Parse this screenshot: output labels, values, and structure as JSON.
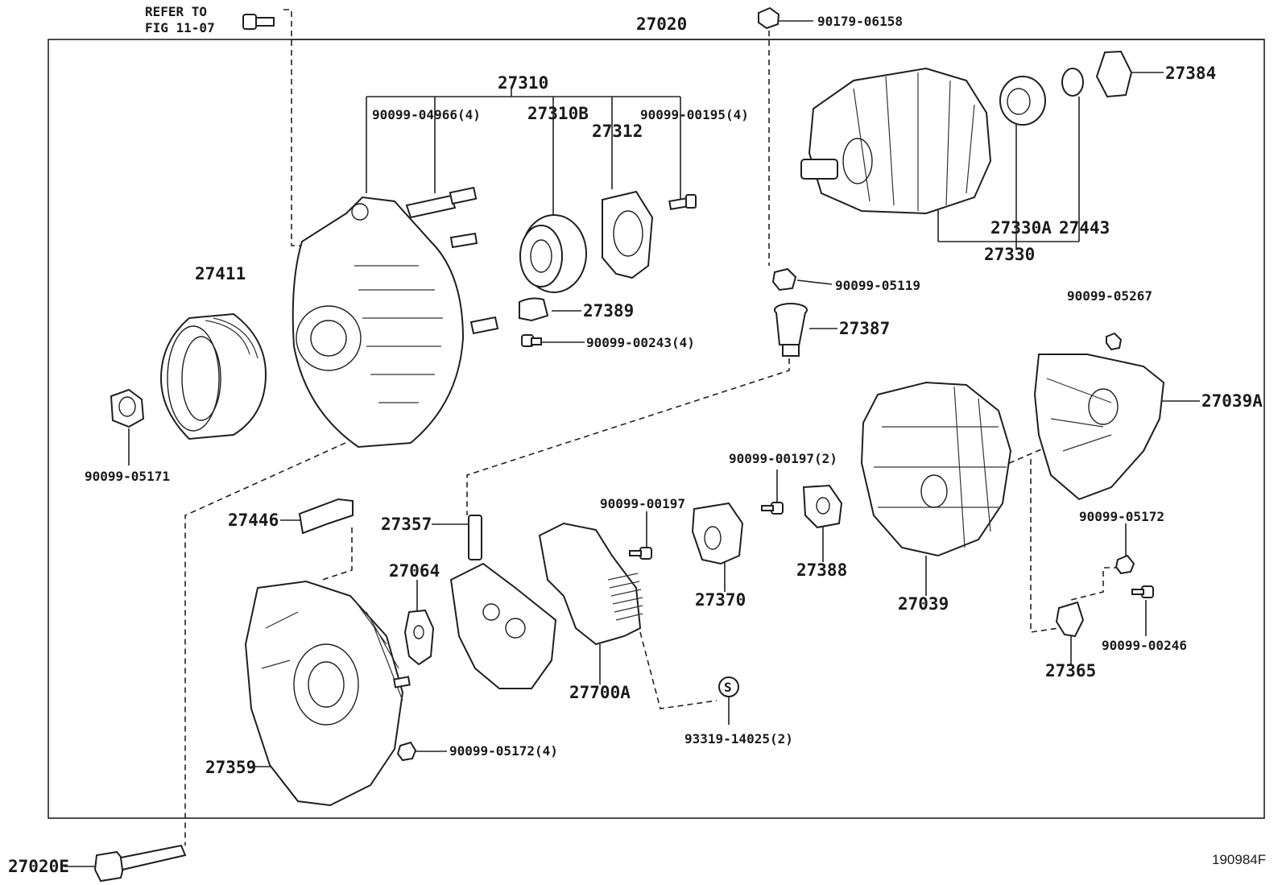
{
  "note": {
    "line1": "REFER TO",
    "line2": "FIG 11-07"
  },
  "figure_id": "190984F",
  "labels": {
    "l27020": "27020",
    "l90179_06158": "90179-06158",
    "l27310": "27310",
    "l90099_04966": "90099-04966(4)",
    "l27310B": "27310B",
    "l27312": "27312",
    "l90099_00195": "90099-00195(4)",
    "l27384": "27384",
    "l27330A": "27330A",
    "l27443": "27443",
    "l27330": "27330",
    "l27411": "27411",
    "l27389": "27389",
    "l90099_00243": "90099-00243(4)",
    "l90099_05119": "90099-05119",
    "l27387": "27387",
    "l90099_05267": "90099-05267",
    "l27039A": "27039A",
    "l90099_05171": "90099-05171",
    "l90099_00197_2": "90099-00197(2)",
    "l27446": "27446",
    "l27357": "27357",
    "l90099_00197": "90099-00197",
    "l90099_05172": "90099-05172",
    "l27064": "27064",
    "l27388": "27388",
    "l27370": "27370",
    "l27039": "27039",
    "l90099_00246": "90099-00246",
    "l27365": "27365",
    "l27700A": "27700A",
    "l90099_05172_4": "90099-05172(4)",
    "l93319_14025": "93319-14025(2)",
    "l27359": "27359",
    "l27020E": "27020E",
    "sym_s": "S"
  }
}
